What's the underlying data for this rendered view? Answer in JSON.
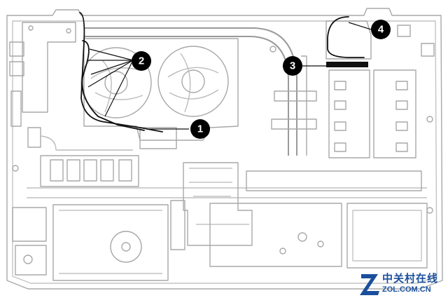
{
  "callouts": [
    {
      "id": "1",
      "label": "1"
    },
    {
      "id": "2",
      "label": "2"
    },
    {
      "id": "3",
      "label": "3"
    },
    {
      "id": "4",
      "label": "4"
    }
  ],
  "watermark": {
    "text_cn": "中关村在线",
    "text_en": "ZOL.COM.CN",
    "logo_color": "#1b4f9c"
  },
  "colors": {
    "line": "#a8a8a8",
    "line_dark": "#7c7c7c",
    "cable": "#111111",
    "callout_fill": "#000000"
  }
}
